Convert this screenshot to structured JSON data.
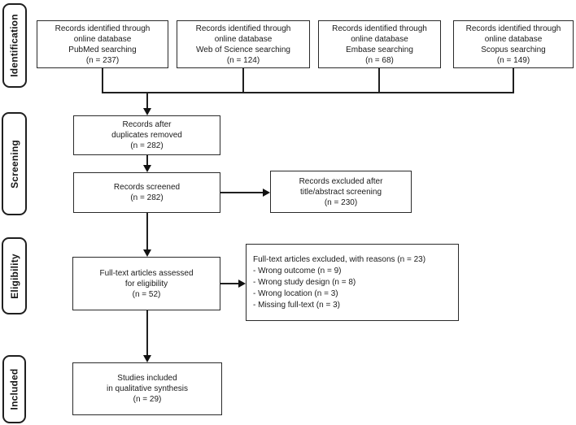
{
  "figure": {
    "type": "prisma-flow-diagram",
    "stages": {
      "identification": "Identification",
      "screening": "Screening",
      "eligibility": "Eligibility",
      "included": "Included"
    },
    "boxes": {
      "pubmed": {
        "lines": [
          "Records identified through",
          "online database",
          "PubMed searching",
          "(n = 237)"
        ],
        "count": 237
      },
      "web_of_science": {
        "lines": [
          "Records identified through",
          "online database",
          "Web of Science searching",
          "(n = 124)"
        ],
        "count": 124
      },
      "embase": {
        "lines": [
          "Records identified through",
          "online database",
          "Embase searching",
          "(n = 68)"
        ],
        "count": 68
      },
      "scopus": {
        "lines": [
          "Records identified through",
          "online database",
          "Scopus searching",
          "(n = 149)"
        ],
        "count": 149
      },
      "duplicates_removed": {
        "lines": [
          "Records after",
          "duplicates removed",
          "(n = 282)"
        ],
        "count": 282
      },
      "records_screened": {
        "lines": [
          "Records screened",
          "(n = 282)"
        ],
        "count": 282
      },
      "excluded_screening": {
        "lines": [
          "Records excluded after",
          "title/abstract screening",
          "(n = 230)"
        ],
        "count": 230
      },
      "fulltext_assessed": {
        "lines": [
          "Full-text articles assessed",
          "for eligibility",
          "(n = 52)"
        ],
        "count": 52
      },
      "excluded_fulltext": {
        "lines": [
          "Full-text articles excluded, with reasons (n = 23)",
          "- Wrong outcome (n = 9)",
          "- Wrong study design (n = 8)",
          "- Wrong location (n = 3)",
          "- Missing full-text (n = 3)"
        ],
        "count": 23
      },
      "studies_included": {
        "lines": [
          "Studies included",
          "in qualitative synthesis",
          "(n = 29)"
        ],
        "count": 29
      }
    },
    "colors": {
      "line": "#1f1f1f",
      "text": "#1a1a1a",
      "background": "#ffffff"
    }
  }
}
